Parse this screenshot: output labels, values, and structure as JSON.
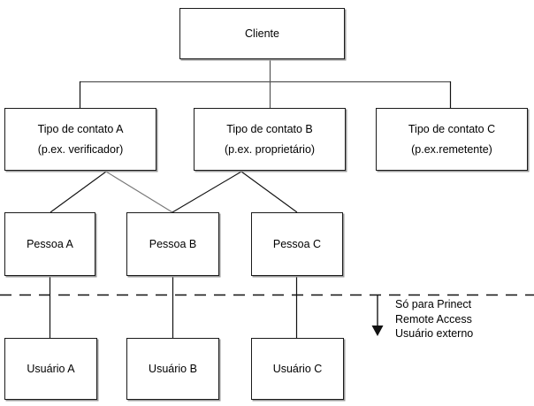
{
  "diagram": {
    "title_node": {
      "id": "cliente",
      "label": "Cliente"
    },
    "contact_types": [
      {
        "id": "tipo-contato-a",
        "line1": "Tipo de contato A",
        "line2": "(p.ex. verificador)"
      },
      {
        "id": "tipo-contato-b",
        "line1": "Tipo de contato B",
        "line2": "(p.ex. proprietário)"
      },
      {
        "id": "tipo-contato-c",
        "line1": "Tipo de contato C",
        "line2": "(p.ex.remetente)"
      }
    ],
    "persons": [
      {
        "id": "pessoa-a",
        "label": "Pessoa A"
      },
      {
        "id": "pessoa-b",
        "label": "Pessoa B"
      },
      {
        "id": "pessoa-c",
        "label": "Pessoa C"
      }
    ],
    "users": [
      {
        "id": "usuario-a",
        "label": "Usuário A"
      },
      {
        "id": "usuario-b",
        "label": "Usuário B"
      },
      {
        "id": "usuario-c",
        "label": "Usuário C"
      }
    ],
    "annotation": {
      "line1": "Só para Prinect",
      "line2": "Remote Access",
      "line3": "Usuário externo"
    },
    "colors": {
      "background": "#ffffff",
      "stroke": "#1a1a1a",
      "shadow": "#9a9a9a",
      "text": "#000000"
    }
  }
}
